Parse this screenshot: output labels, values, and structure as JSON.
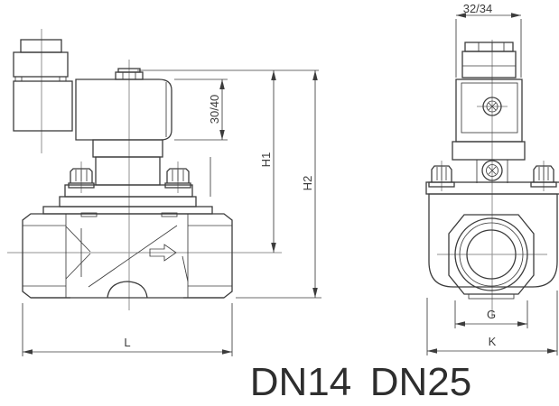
{
  "caption": {
    "model_left": "DN14",
    "model_right": "DN25"
  },
  "dimensions": {
    "coil_height": "30/40",
    "height_to_axis": "H1",
    "total_height": "H2",
    "body_length": "L",
    "coil_width": "32/34",
    "port_size": "G",
    "body_width": "K"
  },
  "colors": {
    "line": "#3c3c3c",
    "centerline": "#929292",
    "background": "#ffffff",
    "text": "#2e2e2e"
  }
}
